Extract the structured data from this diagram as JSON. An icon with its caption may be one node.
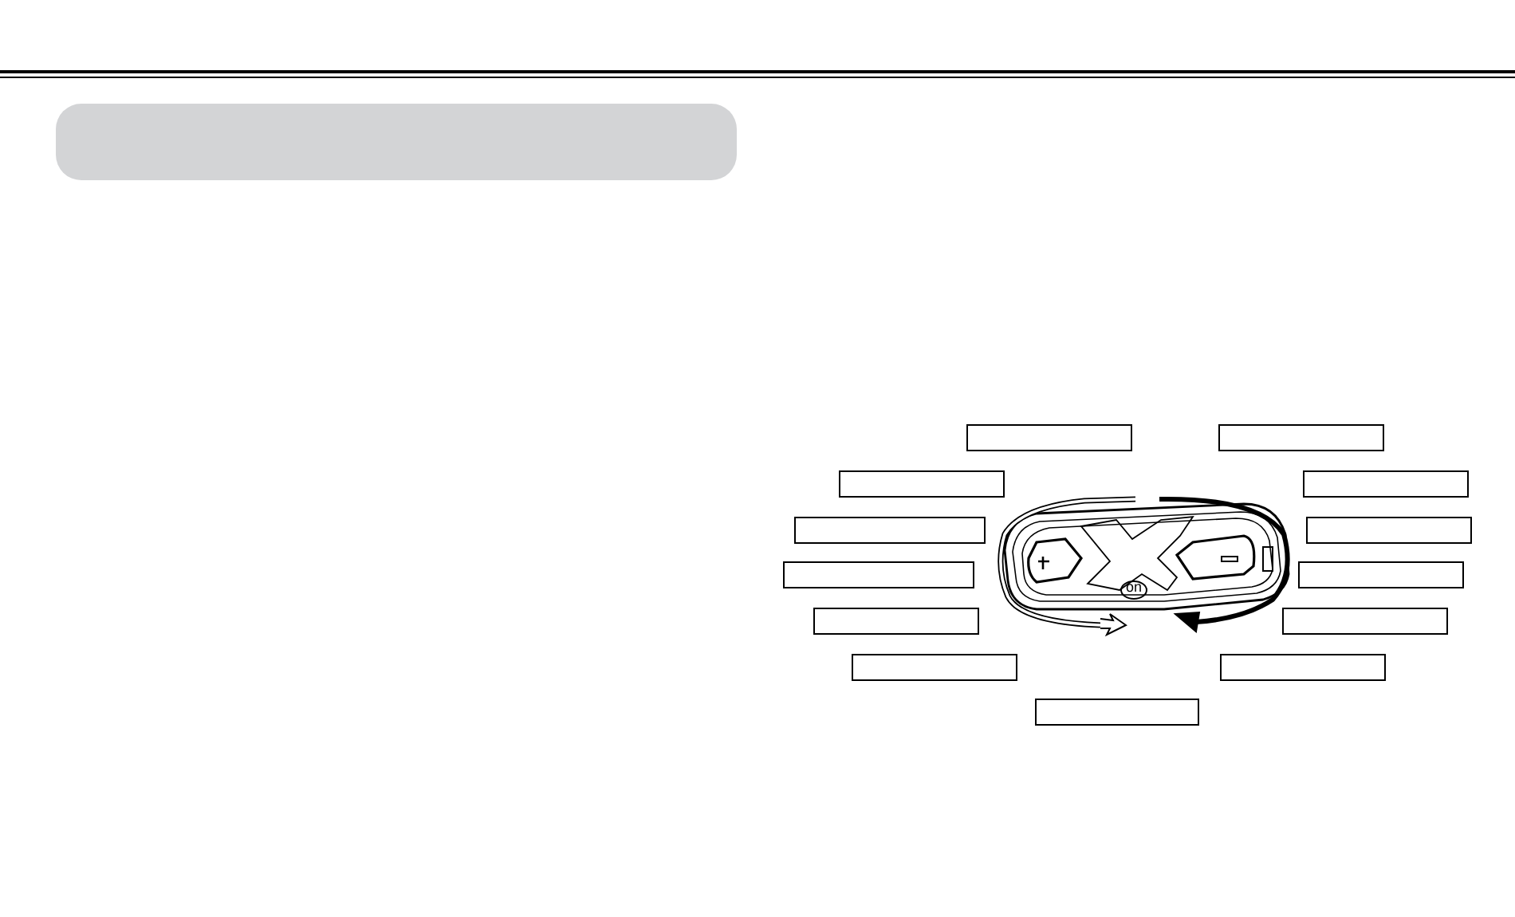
{
  "diagram": {
    "nodes": [
      {
        "text": [],
        "shape": "box"
      },
      {
        "text": [],
        "shape": "box"
      },
      {
        "text": [],
        "shape": "box"
      },
      {
        "text": [],
        "shape": "box"
      },
      {
        "text": [],
        "shape": "box"
      },
      {
        "text": [],
        "shape": "box"
      },
      {
        "text": [],
        "shape": "box"
      },
      {
        "text": [],
        "shape": "box"
      },
      {
        "text": [],
        "shape": "box"
      },
      {
        "text": [],
        "shape": "box"
      },
      {
        "text": [],
        "shape": "box"
      },
      {
        "text": [],
        "shape": "box"
      },
      {
        "text": [],
        "shape": "box"
      },
      {
        "text": [],
        "shape": "box"
      }
    ],
    "labels": [
      "on"
    ]
  }
}
